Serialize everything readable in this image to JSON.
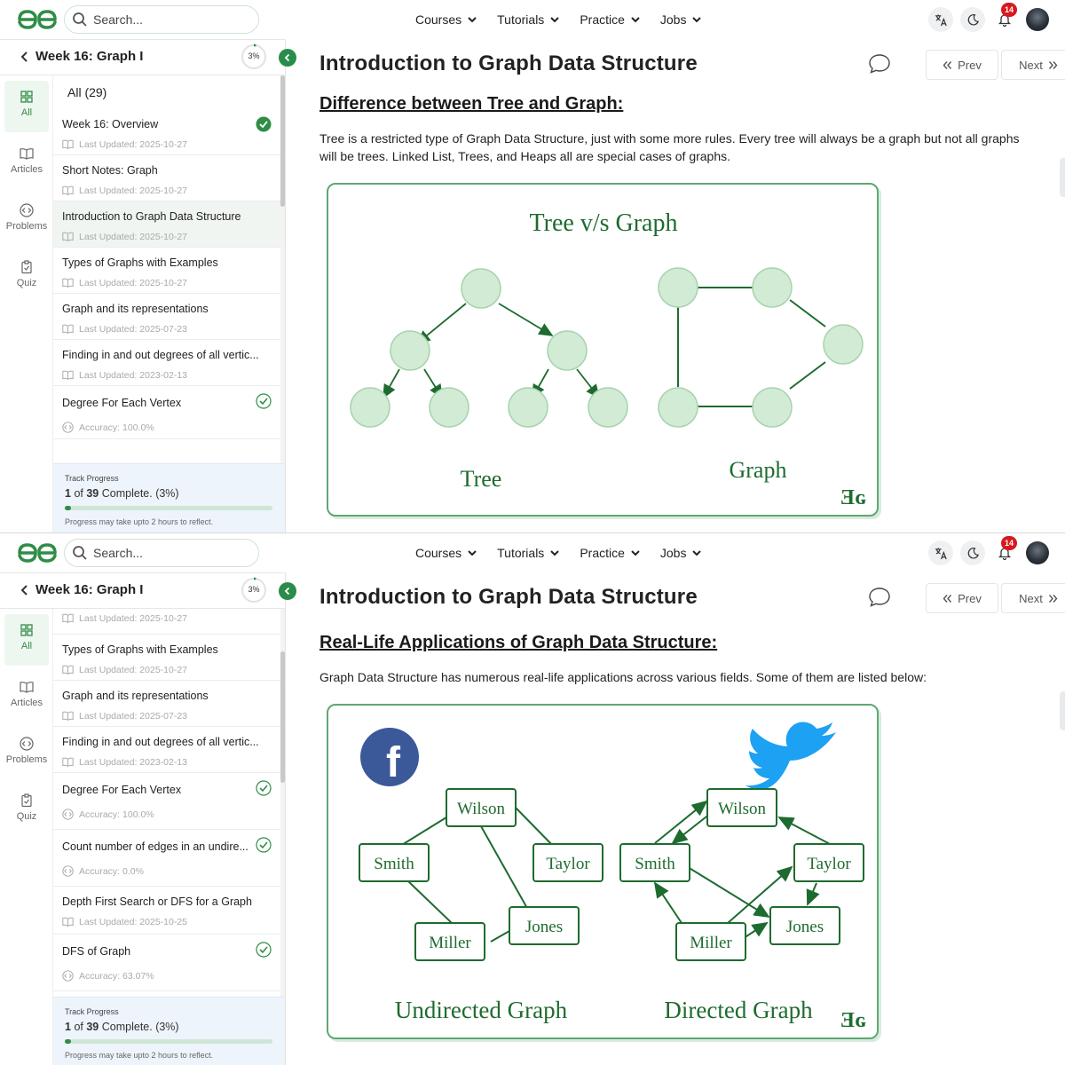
{
  "header": {
    "search_placeholder": "Search...",
    "nav": [
      "Courses",
      "Tutorials",
      "Practice",
      "Jobs"
    ],
    "notification_count": "14",
    "icons": [
      "translate-icon",
      "moon-icon",
      "bell-icon"
    ]
  },
  "sidebar": {
    "title": "Week 16: Graph I",
    "progress_pct": "3%",
    "rail": [
      "All",
      "Articles",
      "Problems",
      "Quiz"
    ],
    "all_label": "All (29)",
    "track_label": "Track Progress",
    "track_done": "1",
    "track_of": "of",
    "track_total": "39",
    "track_suffix": "Complete. (3%)",
    "track_fraction": 0.03,
    "track_note": "Progress may take upto 2 hours to reflect.",
    "items": [
      {
        "title": "Week 16: Overview",
        "meta": "Last Updated: 2025-10-27"
      },
      {
        "title": "Short Notes: Graph",
        "meta": "Last Updated: 2025-10-27"
      },
      {
        "title": "Introduction to Graph Data Structure",
        "meta": "Last Updated: 2025-10-27"
      },
      {
        "title": "Types of Graphs with Examples",
        "meta": "Last Updated: 2025-10-27"
      },
      {
        "title": "Graph and its representations",
        "meta": "Last Updated: 2025-07-23"
      },
      {
        "title": "Finding in and out degrees of all vertic...",
        "meta": "Last Updated: 2023-02-13"
      },
      {
        "title": "Degree For Each Vertex",
        "meta": "Accuracy: 100.0%"
      },
      {
        "title": "Count number of edges in an undire...",
        "meta": "Accuracy: 0.0%"
      },
      {
        "title": "Depth First Search or DFS for a Graph",
        "meta": "Last Updated: 2025-10-25"
      },
      {
        "title": "DFS of Graph",
        "meta": "Accuracy: 63.07%"
      }
    ]
  },
  "main": {
    "title": "Introduction to Graph Data Structure",
    "prev": "Prev",
    "next": "Next",
    "top": {
      "heading": "Difference between Tree and Graph:",
      "paragraph": "Tree is a restricted type of Graph Data Structure, just with some more rules. Every tree will always be a graph but not all graphs will be trees. Linked List, Trees, and Heaps all are special cases of graphs.",
      "figure": {
        "title": "Tree v/s Graph",
        "left_label": "Tree",
        "right_label": "Graph",
        "watermark": "Ǝɢ"
      }
    },
    "bottom": {
      "heading": "Real-Life Applications of Graph Data Structure:",
      "paragraph": "Graph Data Structure has numerous real-life applications across various fields. Some of them are listed below:",
      "figure": {
        "nodes": [
          "Wilson",
          "Smith",
          "Taylor",
          "Miller",
          "Jones"
        ],
        "left_label": "Undirected Graph",
        "right_label": "Directed Graph",
        "watermark": "Ǝɢ",
        "facebook_letter": "f"
      }
    }
  },
  "colors": {
    "brand": "#2f8d46",
    "figure_green": "#2e8b3d",
    "node_fill": "#d2ebd5",
    "badge": "#d8181e"
  }
}
